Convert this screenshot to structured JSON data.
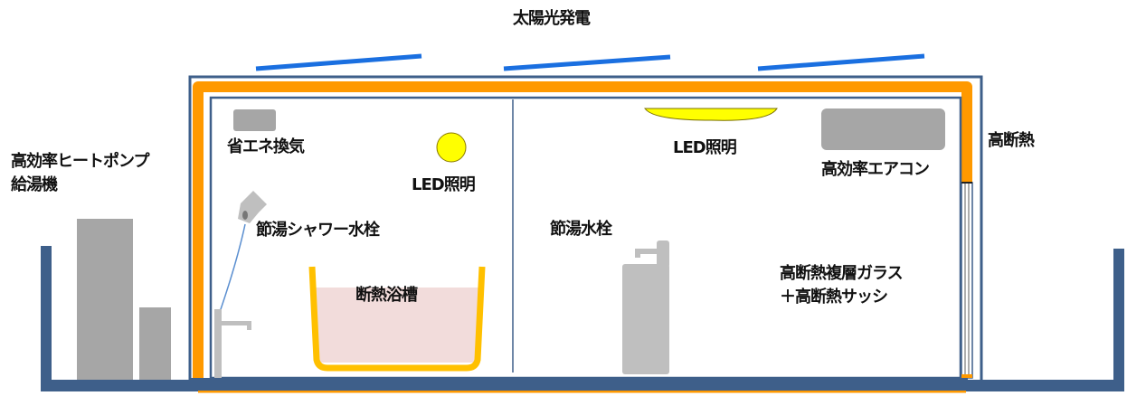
{
  "title": "太陽光発電",
  "labels": {
    "heat_pump_line1": "高効率ヒートポンプ",
    "heat_pump_line2": "給湯機",
    "ventilation": "省エネ換気",
    "led_bath": "LED照明",
    "shower": "節湯シャワー水栓",
    "bathtub": "断熱浴槽",
    "faucet": "節湯水栓",
    "led_room": "LED照明",
    "aircon": "高効率エアコン",
    "insulation": "高断熱",
    "glass_line1": "高断熱複層ガラス",
    "glass_line2": "＋高断熱サッシ"
  },
  "colors": {
    "frame": "#3e5f8a",
    "insulation": "#ff9900",
    "solar": "#1a6fe0",
    "equipment": "#a6a6a6",
    "led": "#ffff00",
    "tub": "#ffc000",
    "water": "#f2dcdb"
  }
}
